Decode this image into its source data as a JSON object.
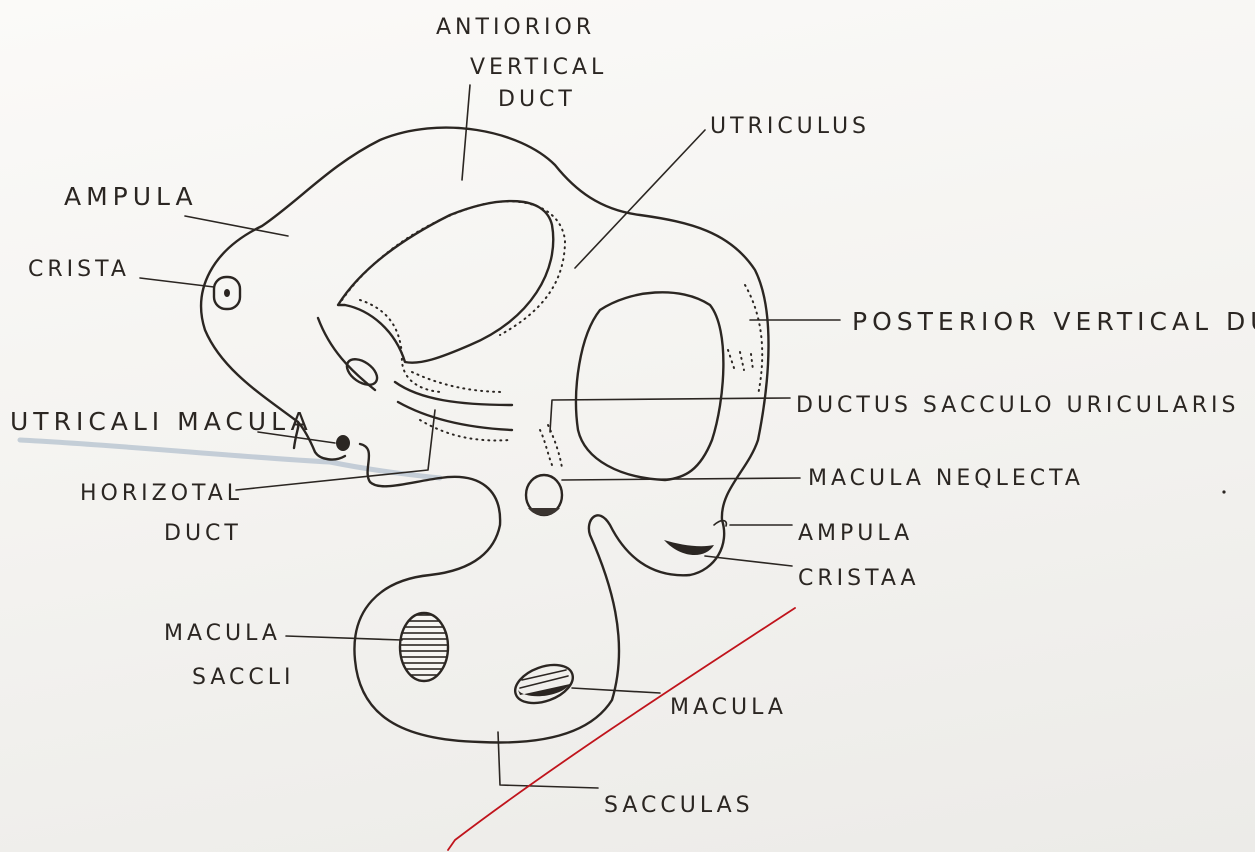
{
  "diagram": {
    "labels": {
      "anterior_vertical_duct_1": "ANTIORIOR",
      "anterior_vertical_duct_2": "VERTICAL",
      "anterior_vertical_duct_3": "DUCT",
      "utriculus": "UTRICULUS",
      "ampula_left": "AMPULA",
      "crista_left": "CRISTA",
      "posterior_vertical_duct": "POSTERIOR VERTICAL DUCT",
      "utricali_macula": "UTRICALI MACULA",
      "ductus_sacculo": "DUCTUS SACCULO URICULARIS",
      "horizontal_duct_1": "HORIZOTAL",
      "horizontal_duct_2": "DUCT",
      "macula_neglecta": "MACULA NEQLECTA",
      "ampula_right": "AMPULA",
      "cristaa_right": "CRISTAA",
      "macula_sacculi_1": "MACULA",
      "macula_sacculi_2": "SACCLI",
      "macula": "MACULA",
      "sacculas": "SACCULAS"
    },
    "colors": {
      "ink": "#2b2622",
      "red_pen": "#c0141c",
      "blue_smudge": "#8aa0b8",
      "paper": "#f4f3f1"
    }
  }
}
